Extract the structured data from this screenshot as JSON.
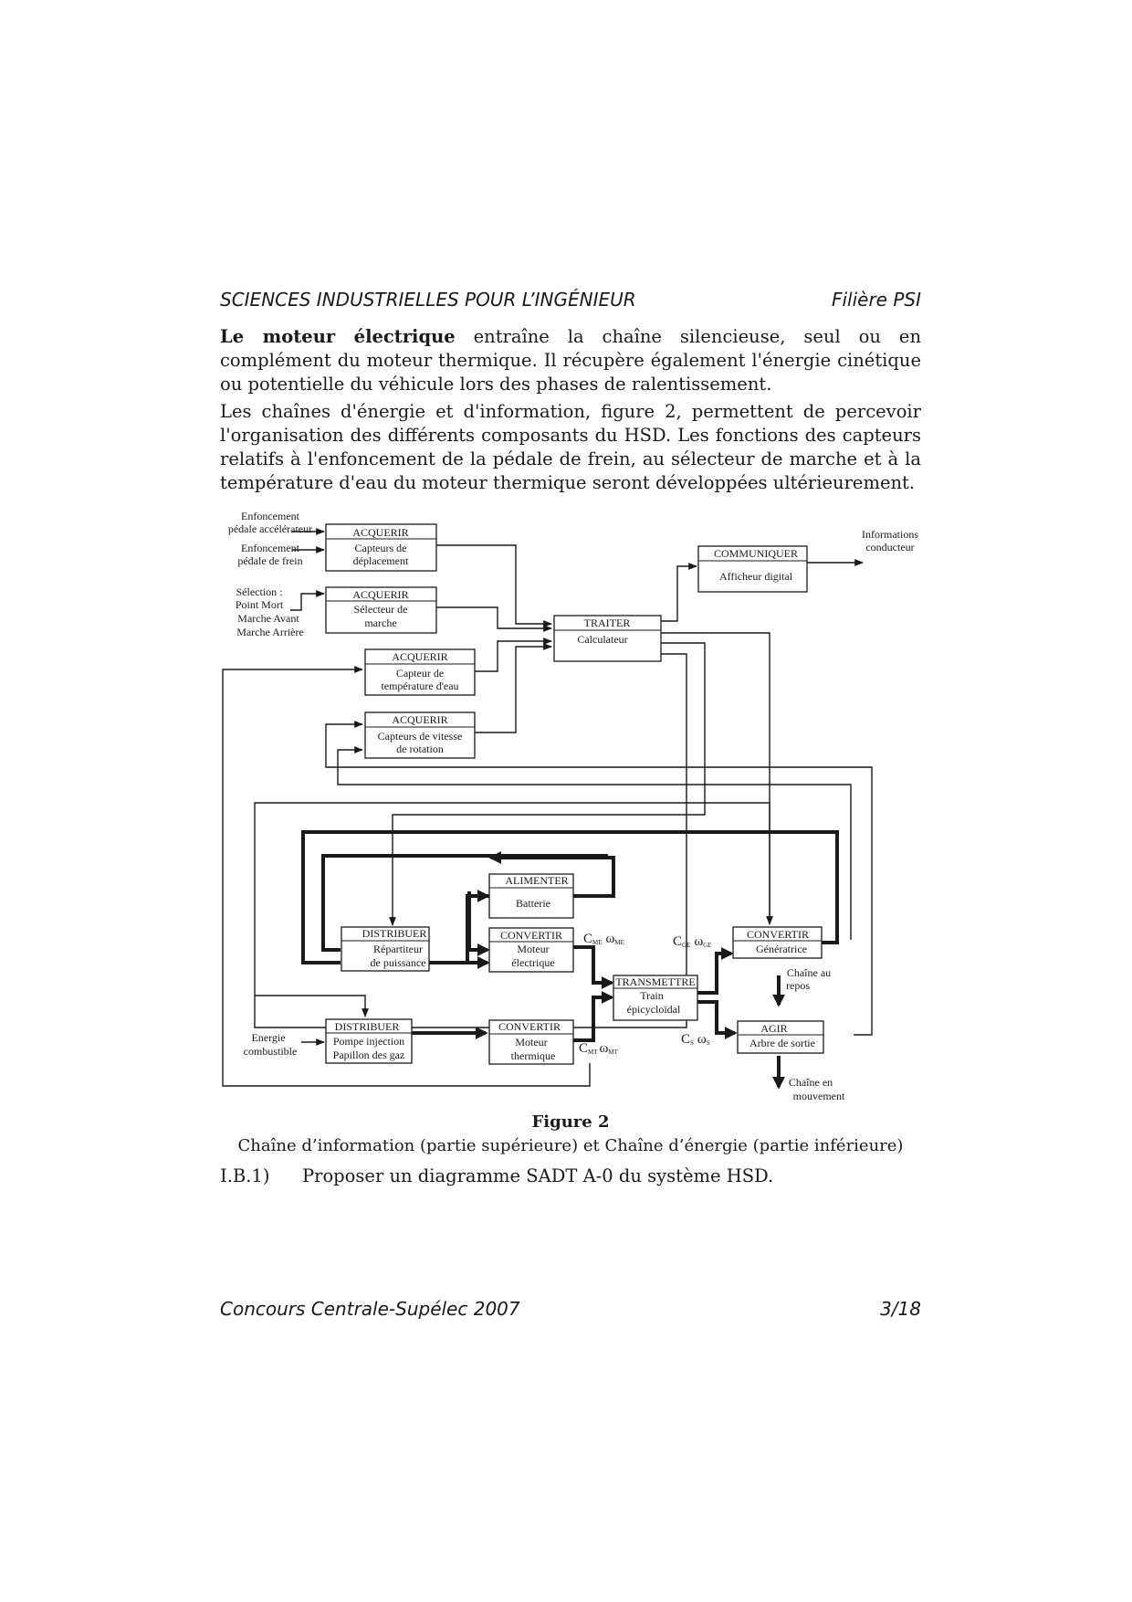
{
  "header": {
    "left": "SCIENCES INDUSTRIELLES POUR L’INGÉNIEUR",
    "right": "Filière PSI"
  },
  "paragraph1": {
    "bold": "Le moteur électrique",
    "text": " entraîne la chaîne silencieuse, seul ou en complément du moteur thermique. Il récupère également l'énergie cinétique ou potentielle du véhicule lors des phases de ralentissement."
  },
  "paragraph2": "Les chaînes d'énergie et d'information, figure 2, permettent de percevoir l'organisation des différents composants du HSD. Les fonctions des capteurs relatifs à l'enfoncement de la pédale de frein, au sélecteur de marche et à la température d'eau du moteur thermique seront développées ultérieurement.",
  "figure": {
    "inputs": {
      "accel": [
        "Enfoncement",
        "pédale accélérateur"
      ],
      "frein": [
        "Enfoncement",
        "pédale  de frein"
      ],
      "selection": [
        "Sélection :",
        "Point Mort",
        "Marche Avant",
        "Marche Arrière"
      ],
      "energie": [
        "Energie",
        "combustible"
      ]
    },
    "outputs": {
      "informations": [
        "Informations",
        "conducteur"
      ],
      "chaine_repos": [
        "Chaîne au",
        "repos"
      ],
      "chaine_mouvement": [
        "Chaîne en",
        "mouvement"
      ]
    },
    "blocks": {
      "acq_deplacement": {
        "func": "ACQUERIR",
        "comp": [
          "Capteurs de",
          "déplacement"
        ]
      },
      "acq_selecteur": {
        "func": "ACQUERIR",
        "comp": [
          "Sélecteur de",
          "marche"
        ]
      },
      "acq_temperature": {
        "func": "ACQUERIR",
        "comp": [
          "Capteur de",
          "température d'eau"
        ]
      },
      "acq_vitesse": {
        "func": "ACQUERIR",
        "comp": [
          "Capteurs de vitesse",
          "de rotation"
        ]
      },
      "traiter": {
        "func": "TRAITER",
        "comp": [
          "Calculateur"
        ]
      },
      "communiquer": {
        "func": "COMMUNIQUER",
        "comp": [
          "Afficheur digital"
        ]
      },
      "alimenter": {
        "func": "ALIMENTER",
        "comp": [
          "Batterie"
        ]
      },
      "dist_repartiteur": {
        "func": "DISTRIBUER",
        "comp": [
          "Répartiteur",
          "de puissance"
        ]
      },
      "conv_moteur_elec": {
        "func": "CONVERTIR",
        "comp": [
          "Moteur",
          "électrique"
        ]
      },
      "transmettre": {
        "func": "TRANSMETTRE",
        "comp": [
          "Train",
          "épicycloïdal"
        ]
      },
      "conv_generatrice": {
        "func": "CONVERTIR",
        "comp": [
          "Génératrice"
        ]
      },
      "dist_pompe": {
        "func": "DISTRIBUER",
        "comp": [
          "Pompe injection",
          "Papillon des gaz"
        ]
      },
      "conv_moteur_therm": {
        "func": "CONVERTIR",
        "comp": [
          "Moteur",
          "thermique"
        ]
      },
      "agir": {
        "func": "AGIR",
        "comp": [
          "Arbre de sortie"
        ]
      }
    },
    "flows": {
      "me": {
        "c": "C",
        "c_sub": "ME",
        "w": "ω",
        "w_sub": "ME"
      },
      "ge": {
        "c": "C",
        "c_sub": "GE",
        "w": "ω",
        "w_sub": "GE"
      },
      "mt": {
        "c": "C",
        "c_sub": "MT",
        "w": "ω",
        "w_sub": "MT"
      },
      "s": {
        "c": "C",
        "c_sub": "S",
        "w": "ω",
        "w_sub": "S"
      }
    }
  },
  "caption": {
    "title": "Figure 2",
    "subtitle": "Chaîne d’information (partie supérieure) et Chaîne d’énergie (partie inférieure)"
  },
  "question": {
    "number": "I.B.1)",
    "text": "Proposer un diagramme SADT A-0 du système HSD."
  },
  "footer": {
    "left": "Concours Centrale-Supélec 2007",
    "right": "3/18"
  }
}
